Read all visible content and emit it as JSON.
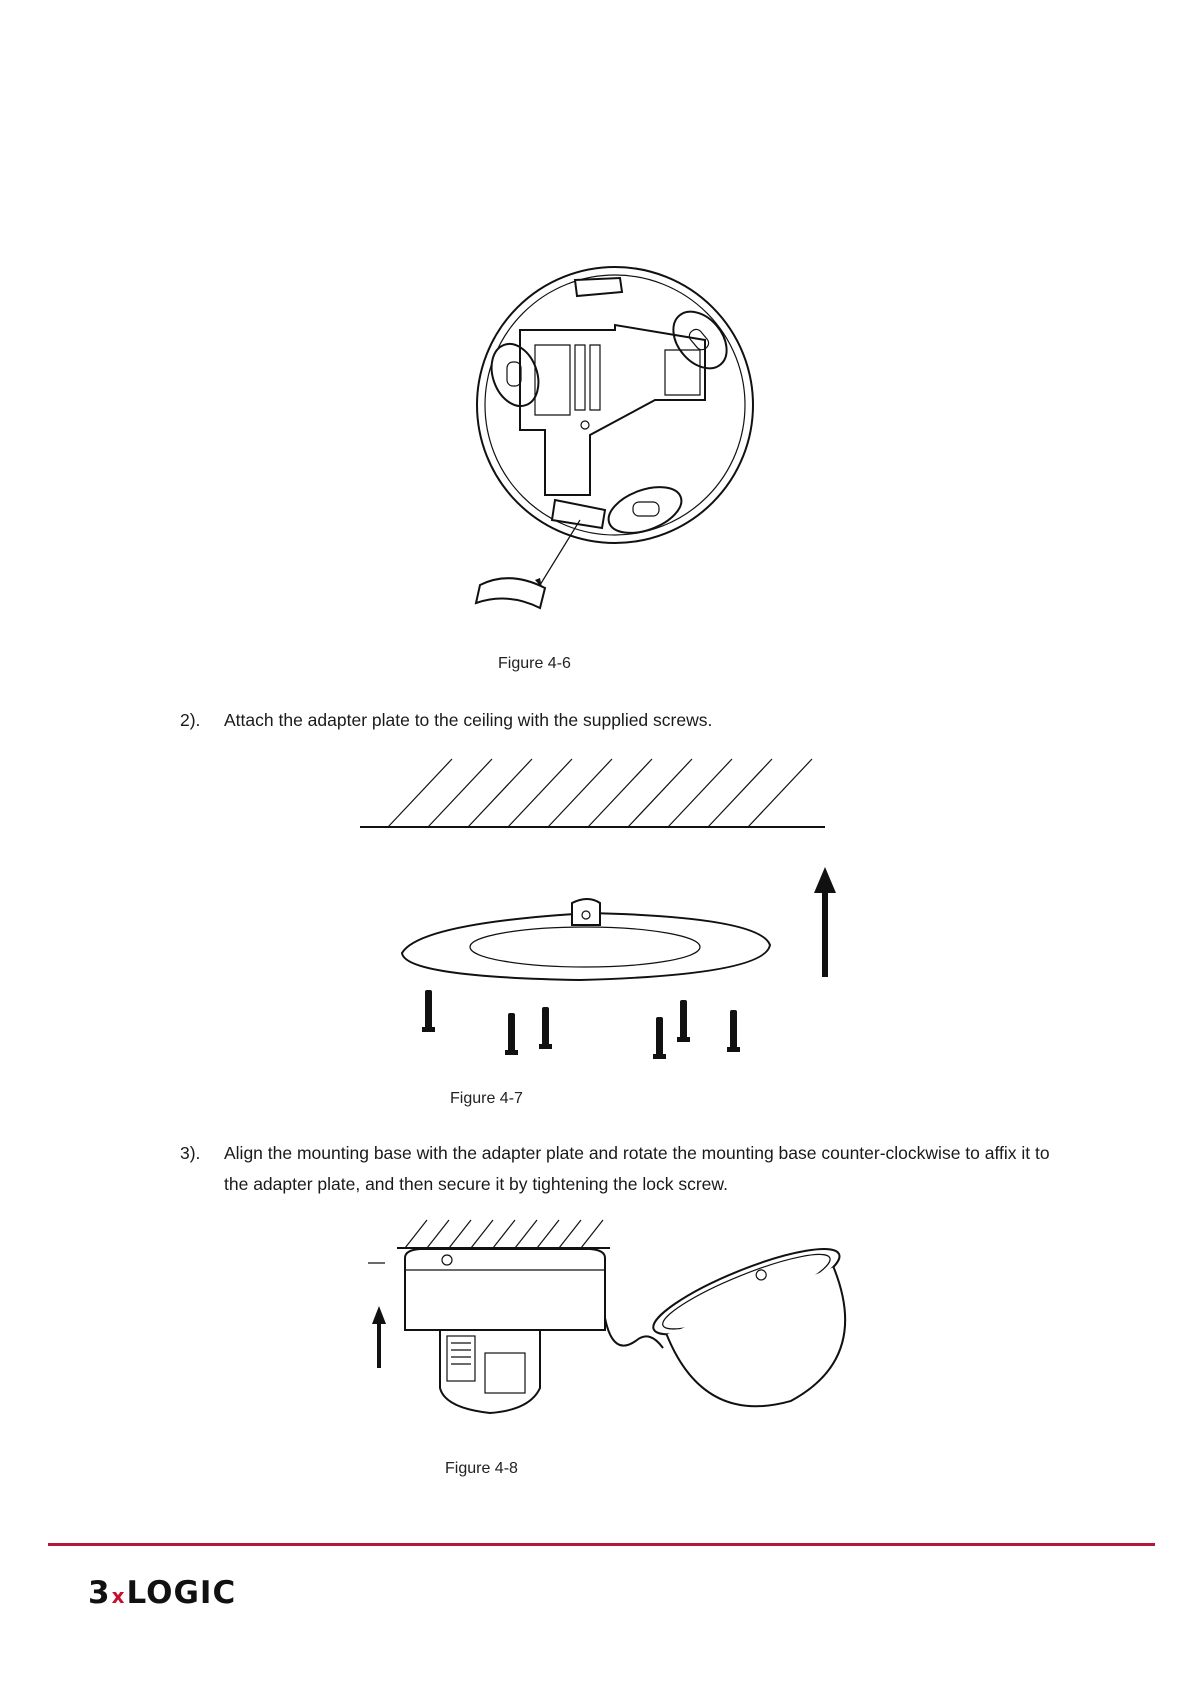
{
  "figures": [
    {
      "caption": "Figure 4-6"
    },
    {
      "caption": "Figure 4-7"
    },
    {
      "caption": "Figure 4-8"
    }
  ],
  "steps": [
    {
      "number": "2).",
      "text": "Attach the adapter plate to the ceiling with the supplied screws."
    },
    {
      "number": "3).",
      "text": "Align the mounting base with the adapter plate and rotate the mounting base counter-clockwise to affix it to the adapter plate, and then secure it by tightening the lock screw."
    }
  ],
  "footer": {
    "logo_prefix": "3",
    "logo_x": "x",
    "logo_suffix": "LOGIC",
    "rule_color": "#b5193a",
    "accent_color": "#c8102e"
  }
}
